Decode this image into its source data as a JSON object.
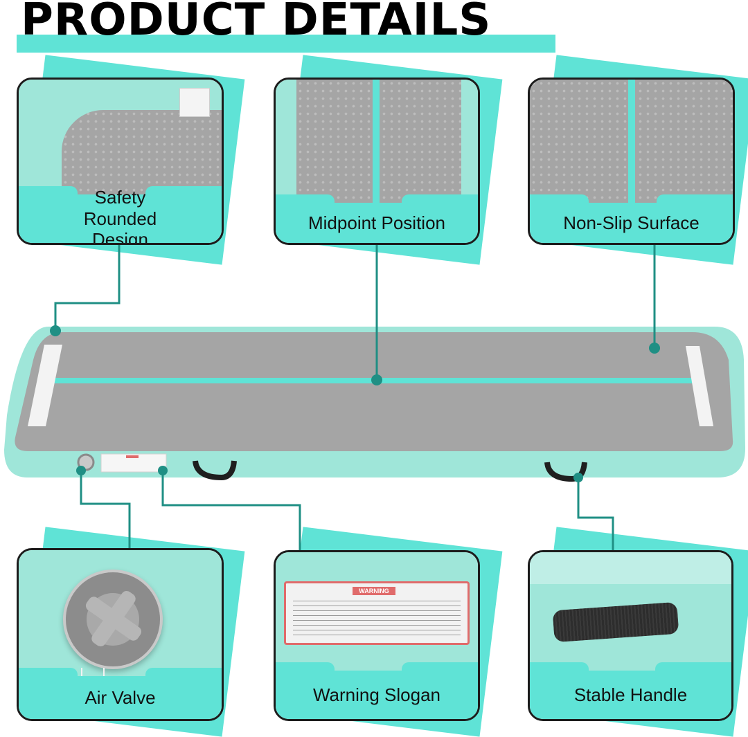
{
  "title": "PRODUCT DETAILS",
  "colors": {
    "accent": "#5fe3d6",
    "mat_surface": "#a5a5a5",
    "mat_edge": "#9fe6d9",
    "line": "#1f8f84",
    "border": "#1c1c1c"
  },
  "features": {
    "safety": "Safety Rounded Design",
    "midpoint": "Midpoint Position",
    "nonslip": "Non-Slip Surface",
    "valve": "Air Valve",
    "warning": "Warning Slogan",
    "handle": "Stable Handle"
  },
  "warning_sticker": {
    "heading": "WARNING"
  }
}
